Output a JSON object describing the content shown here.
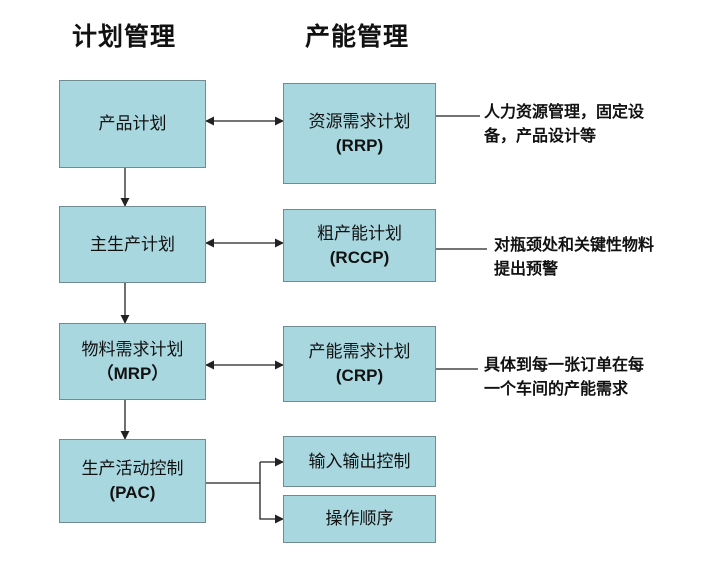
{
  "columns": {
    "left_title": "计划管理",
    "right_title": "产能管理"
  },
  "plan_boxes": [
    {
      "line1": "产品计划",
      "line2": ""
    },
    {
      "line1": "主生产计划",
      "line2": ""
    },
    {
      "line1": "物料需求计划",
      "line2": "（MRP）"
    },
    {
      "line1": "生产活动控制",
      "line2": "(PAC)"
    }
  ],
  "capacity_boxes": [
    {
      "line1": "资源需求计划",
      "line2": "(RRP)"
    },
    {
      "line1": "粗产能计划",
      "line2": "(RCCP)"
    },
    {
      "line1": "产能需求计划",
      "line2": "(CRP)"
    },
    {
      "line1": "输入输出控制",
      "line2": ""
    },
    {
      "line1": "操作顺序",
      "line2": ""
    }
  ],
  "notes": [
    {
      "line1": "人力资源管理，固定设",
      "line2": "备，产品设计等"
    },
    {
      "line1": "对瓶颈处和关键性物料",
      "line2": "提出预警"
    },
    {
      "line1": "具体到每一张订单在每",
      "line2": "一个车间的产能需求"
    }
  ],
  "colors": {
    "box_fill": "#a9d7df",
    "box_border": "#6f8c93",
    "line": "#222222"
  }
}
